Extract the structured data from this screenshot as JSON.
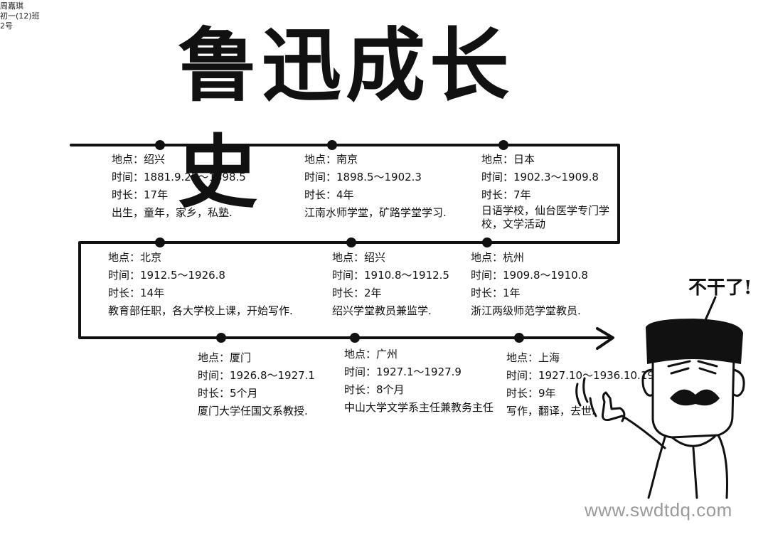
{
  "corner_note": [
    "周嘉琪",
    "初一(12)班",
    "2号"
  ],
  "title": "鲁迅成长史",
  "exclamation": "不干了!",
  "watermark": "www.swdtdq.com",
  "stops": [
    {
      "place": "地点：绍兴",
      "time": "时间：1881.9.25～1898.5",
      "duration": "时长：17年",
      "desc": "出生，童年，家乡，私塾."
    },
    {
      "place": "地点：南京",
      "time": "时间：1898.5～1902.3",
      "duration": "时长：4年",
      "desc": "江南水师学堂，矿路学堂学习."
    },
    {
      "place": "地点：日本",
      "time": "时间：1902.3～1909.8",
      "duration": "时长：7年",
      "desc": "日语学校，仙台医学专门学校，文学活动"
    },
    {
      "place": "地点：杭州",
      "time": "时间：1909.8～1910.8",
      "duration": "时长：1年",
      "desc": "浙江两级师范学堂教员."
    },
    {
      "place": "地点：绍兴",
      "time": "时间：1910.8～1912.5",
      "duration": "时长：2年",
      "desc": "绍兴学堂教员兼监学."
    },
    {
      "place": "地点：北京",
      "time": "时间：1912.5～1926.8",
      "duration": "时长：14年",
      "desc": "教育部任职，各大学校上课，开始写作."
    },
    {
      "place": "地点：厦门",
      "time": "时间：1926.8～1927.1",
      "duration": "时长：5个月",
      "desc": "厦门大学任国文系教授."
    },
    {
      "place": "地点：广州",
      "time": "时间：1927.1～1927.9",
      "duration": "时长：8个月",
      "desc": "中山大学文学系主任兼教务主任"
    },
    {
      "place": "地点：上海",
      "time": "时间：1927.10～1936.10.19",
      "duration": "时长：9年",
      "desc": "写作，翻译，去世."
    }
  ]
}
